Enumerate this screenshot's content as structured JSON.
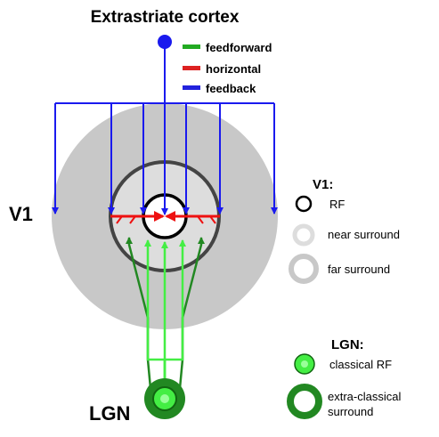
{
  "title": "Extrastriate cortex",
  "legend": [
    {
      "label": "feedforward",
      "color": "#22aa22"
    },
    {
      "label": "horizontal",
      "color": "#dd2222"
    },
    {
      "label": "feedback",
      "color": "#2222dd"
    }
  ],
  "labels": {
    "v1": "V1",
    "lgn": "LGN"
  },
  "v1_key": {
    "heading": "V1:",
    "rf": "RF",
    "near_surround": "near surround",
    "far_surround": "far surround"
  },
  "lgn_key": {
    "heading": "LGN:",
    "classical_rf": "classical RF",
    "extra_classical_line1": "extra-classical",
    "extra_classical_line2": "surround"
  },
  "colors": {
    "far_surround": "#c8c8c8",
    "near_surround": "#dddddd",
    "feedforward_light": "#44ee44",
    "feedforward_dark": "#228822",
    "horizontal": "#ee1111",
    "feedback": "#1a1aee"
  }
}
